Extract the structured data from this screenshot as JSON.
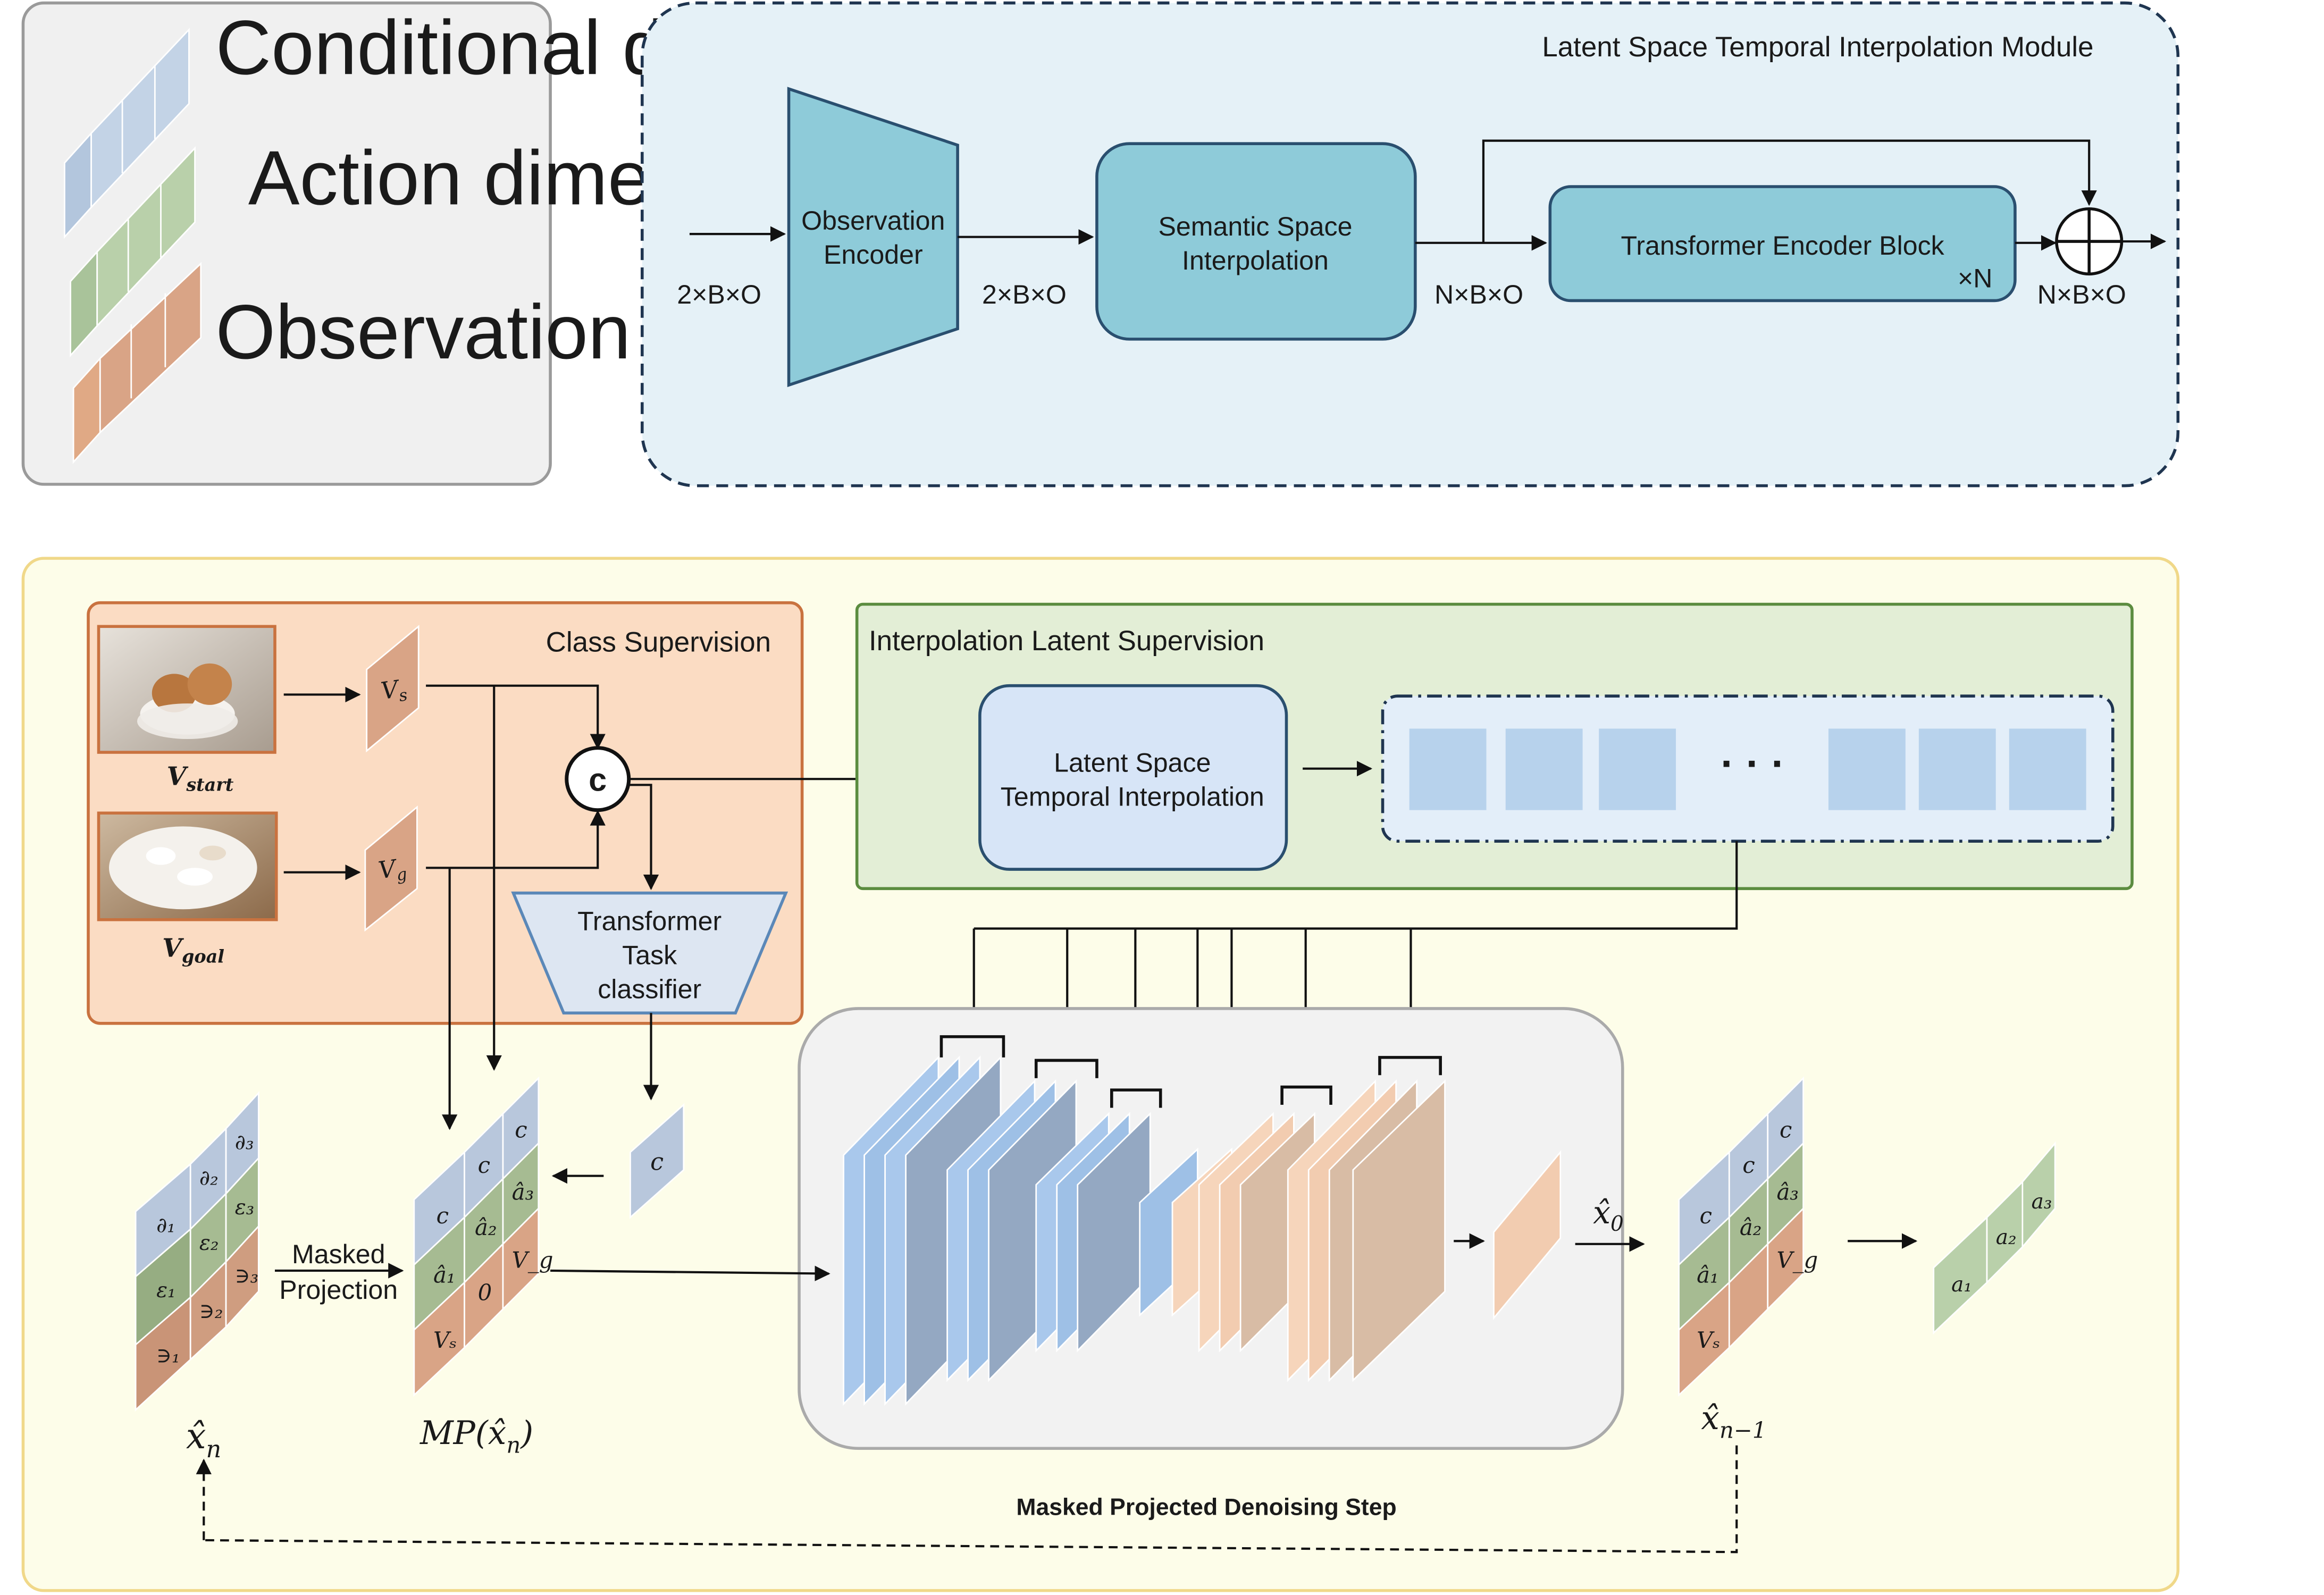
{
  "legend": {
    "conditional": "Conditional dimensions",
    "action": "Action dimensions",
    "observation": "Observation dimensions"
  },
  "module": {
    "title": "Latent Space Temporal Interpolation Module",
    "obs_encoder": [
      "Observation",
      "Encoder"
    ],
    "semantic": [
      "Semantic Space",
      "Interpolation"
    ],
    "transformer": "Transformer Encoder Block",
    "times_n": "×N",
    "dim_in": "2×B×O",
    "dim_enc": "2×B×O",
    "dim_interp": "N×B×O",
    "dim_out": "N×B×O"
  },
  "class_sup": {
    "title": "Class Supervision",
    "v_start": "V",
    "v_start_sub": "start",
    "v_goal": "V",
    "v_goal_sub": "goal",
    "vs": "V",
    "vs_sub": "s",
    "vg": "V",
    "vg_sub": "g",
    "concat": "c",
    "classifier": [
      "Transformer",
      "Task",
      "classifier"
    ]
  },
  "interp_sup": {
    "title": "Interpolation Latent Supervision",
    "module": [
      "Latent Space",
      "Temporal Interpolation"
    ],
    "ellipsis": "· · ·"
  },
  "denoise": {
    "masked_projection": [
      "Masked",
      "Projection"
    ],
    "xn": "x̂",
    "xn_sub": "n",
    "mp": "MP(x̂",
    "mp_sub": "n",
    "mp_close": ")",
    "x0": "x̂",
    "x0_sub": "0",
    "xn1": "x̂",
    "xn1_sub": "n−1",
    "c_token": "c",
    "caption": "Masked Projected Denoising Step"
  },
  "colors": {
    "conditional": "#c3d3e6",
    "action": "#b9d0aa",
    "observation": "#d9a486",
    "module_bg": "#e5f1f7",
    "block_fill": "#8ecbd9",
    "bottom_bg": "#fdfde9",
    "class_bg": "#fbdcc3",
    "interp_bg": "#e3eed6",
    "unet_blue": "#9ec0e6",
    "unet_peach": "#f6d5bb"
  }
}
